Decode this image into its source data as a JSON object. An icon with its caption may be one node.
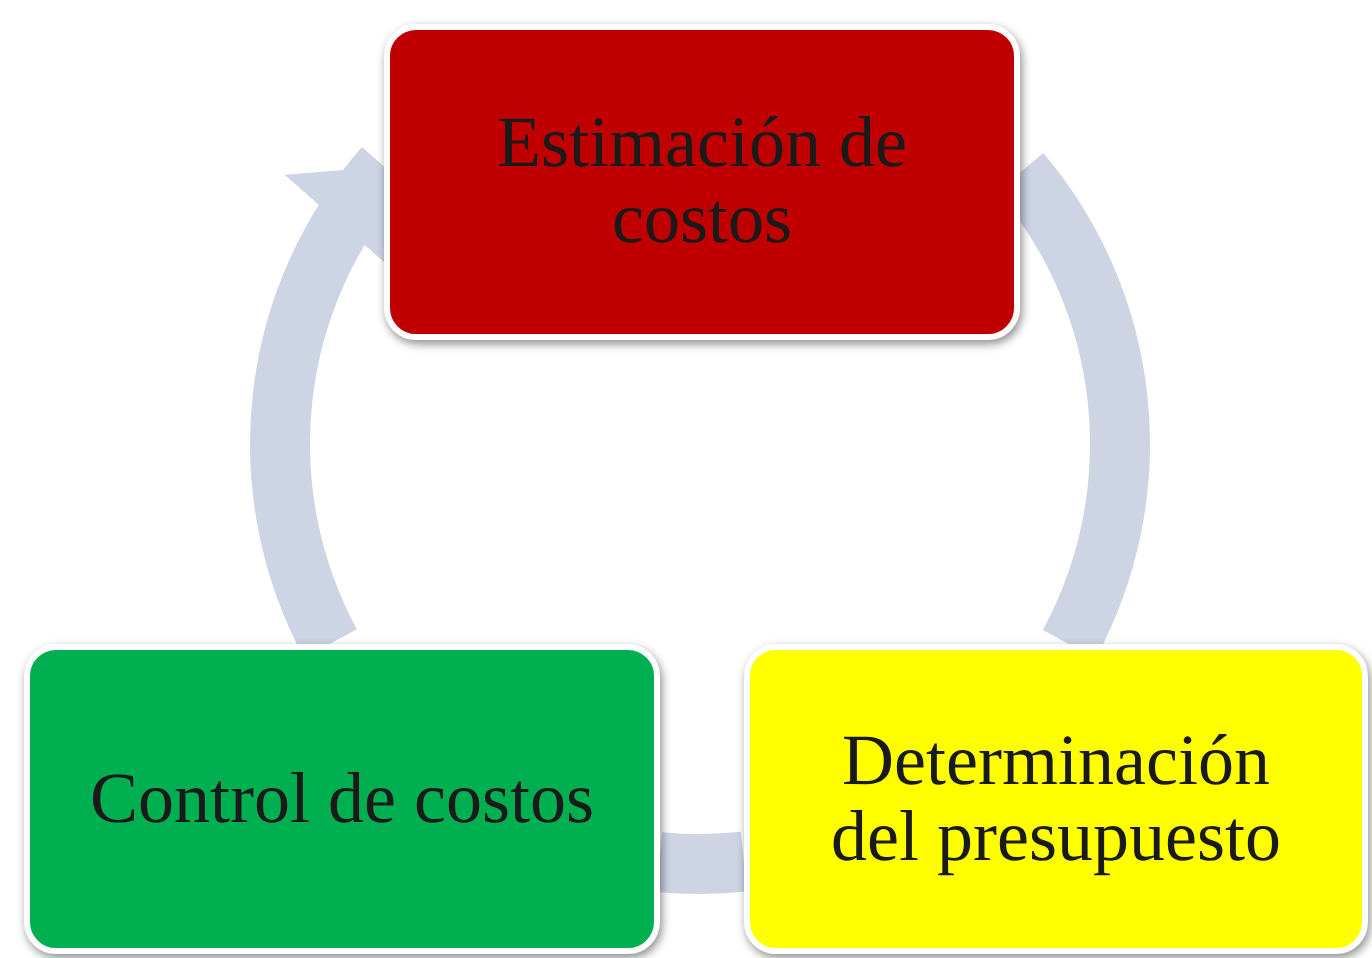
{
  "diagram": {
    "nodes": [
      {
        "text": [
          "Estimación de costos"
        ]
      },
      {
        "text": [
          "Determinación del presupuesto"
        ]
      },
      {
        "text": [
          "Control de costos"
        ]
      }
    ],
    "edges": [
      {
        "from": 0,
        "to": 1,
        "arrow": "none"
      },
      {
        "from": 1,
        "to": 2,
        "arrow": "none"
      },
      {
        "from": 2,
        "to": 0,
        "arrow": "to"
      }
    ]
  }
}
